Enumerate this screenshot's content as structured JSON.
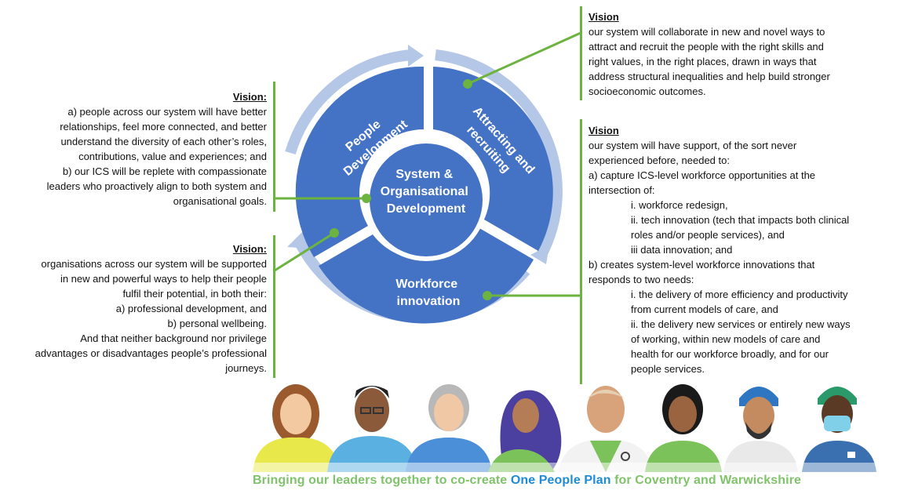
{
  "cycle": {
    "center_lines": [
      "System &",
      "Organisational",
      "Development"
    ],
    "segments": {
      "people_development": [
        "People",
        "Development"
      ],
      "attracting_recruiting": [
        "Attracting and",
        "recruiting"
      ],
      "workforce_innovation": [
        "Workforce",
        "innovation"
      ]
    }
  },
  "vision_top_right": {
    "heading": "Vision",
    "lines": [
      "our system will collaborate in new and novel ways to",
      "attract and recruit the people with the right skills and",
      "right values, in the right places, drawn in ways that",
      "address structural inequalities and help build stronger",
      "socioeconomic outcomes."
    ]
  },
  "vision_left_top": {
    "heading": "Vision:",
    "lines": [
      "a) people across our system will have better",
      "relationships, feel more connected, and better",
      "understand the diversity of each other’s roles,",
      "contributions, value and experiences; and",
      "b) our ICS will be replete with compassionate",
      "leaders who proactively align to both system and",
      "organisational goals."
    ]
  },
  "vision_left_bottom": {
    "heading": "Vision:",
    "lines": [
      "organisations across our system will be supported",
      "in new and powerful ways to help their people",
      "fulfil their potential, in both their:",
      "a) professional development, and",
      "b) personal wellbeing.",
      "And that neither background nor privilege",
      "advantages or disadvantages people’s professional",
      "journeys."
    ]
  },
  "vision_right": {
    "heading": "Vision",
    "l1": "our system will have support, of the sort never",
    "l2": "experienced before, needed to:",
    "l3": "a) capture ICS-level workforce opportunities at the",
    "l4": "intersection of:",
    "l5": "i. workforce redesign,",
    "l6": "ii. tech innovation (tech that impacts both clinical",
    "l7": "roles and/or people services), and",
    "l8": "iii data innovation; and",
    "l9": "b) creates system-level workforce innovations that",
    "l10": "responds to two needs:",
    "l11": "i. the delivery of more efficiency and productivity",
    "l12": "from current models of care, and",
    "l13": "ii. the delivery new services or entirely new ways",
    "l14": "of working, within new models of care and",
    "l15": "health for our workforce broadly, and for our",
    "l16": "people services."
  },
  "footer": {
    "prefix": "Bringing our leaders together to co-create ",
    "highlight": "One People Plan",
    "suffix": " for Coventry and Warwickshire"
  },
  "colors": {
    "segment_blue": "#4472c4",
    "arrow_light": "#b4c7e7",
    "connector_green": "#6cb33f",
    "footer_green": "#7fc36a",
    "footer_blue": "#1e8bd6"
  },
  "people_icons": [
    "woman-yellow-icon",
    "man-glasses-icon",
    "older-woman-icon",
    "woman-hijab-icon",
    "doctor-icon",
    "nurse-icon",
    "man-turban-icon",
    "surgeon-icon"
  ]
}
